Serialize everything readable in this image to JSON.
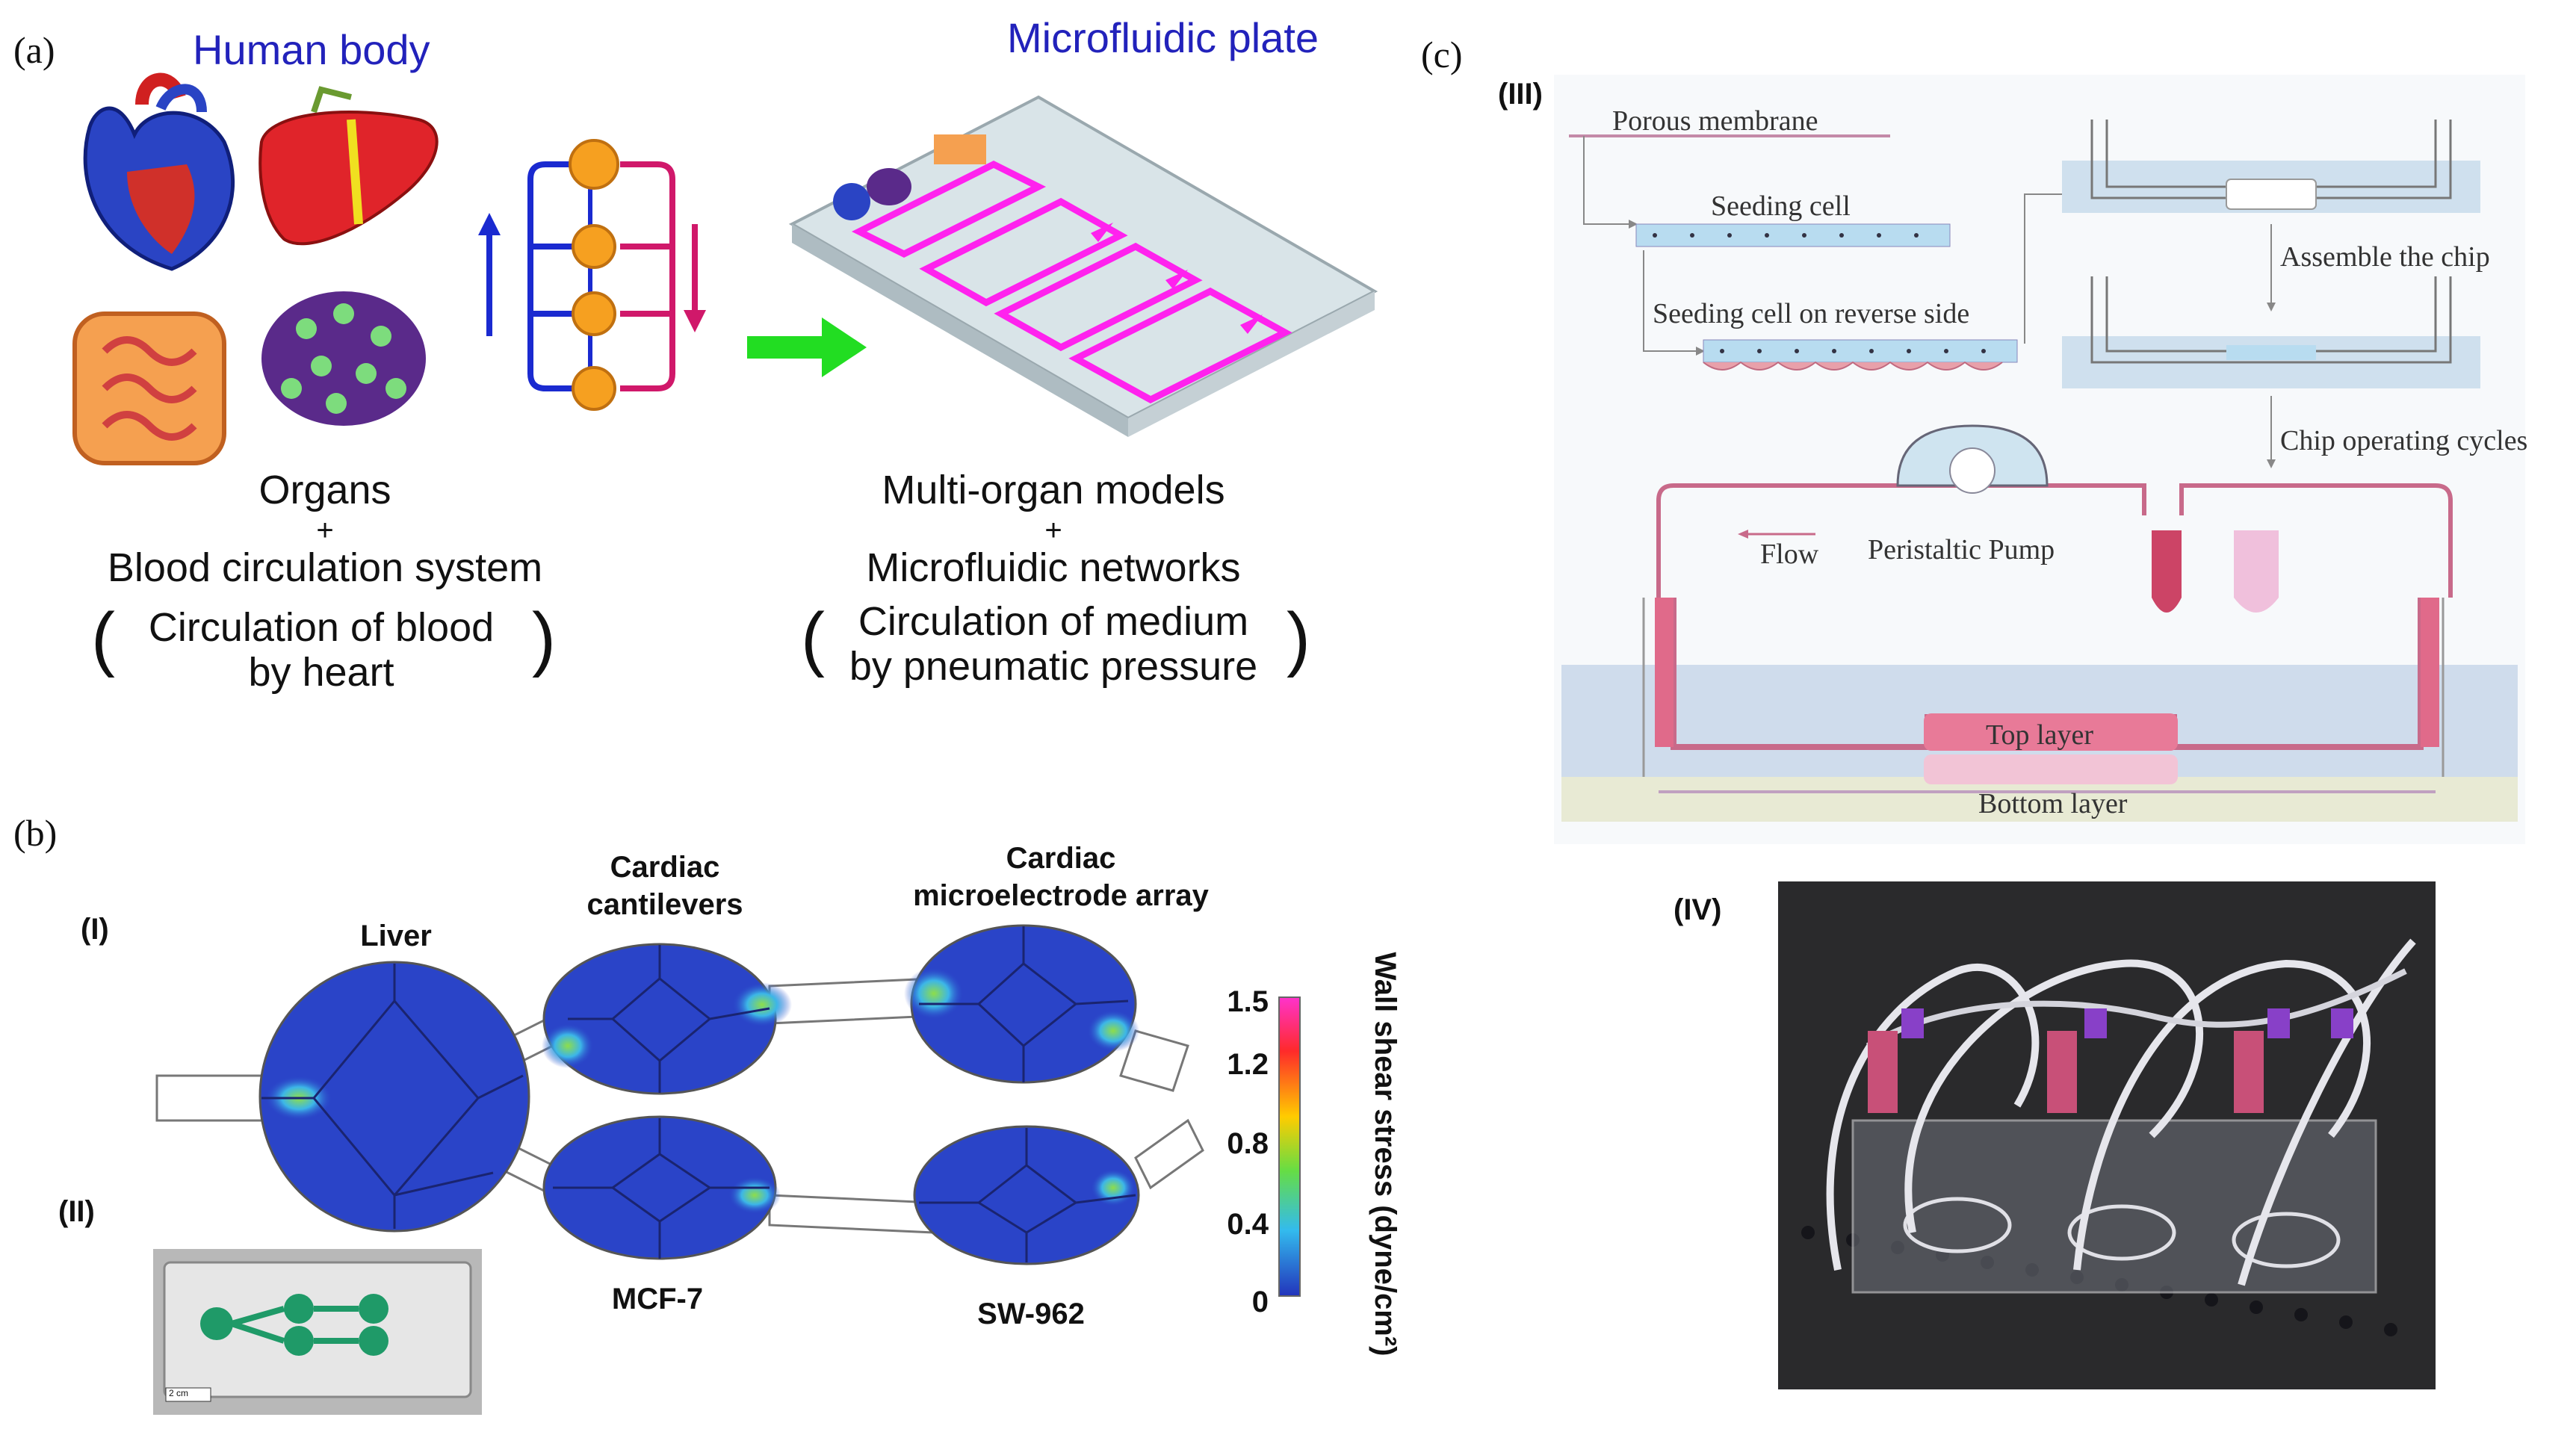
{
  "panel_a": {
    "letter": "(a)",
    "human_body_title": "Human body",
    "plate_title": "Microfluidic plate",
    "left_caption": {
      "line1": "Organs",
      "line2": "+",
      "line3": "Blood circulation system",
      "paren_line1": "Circulation of blood",
      "paren_line2": "by heart"
    },
    "right_caption": {
      "line1": "Multi-organ models",
      "line2": "+",
      "line3": "Microfluidic networks",
      "paren_line1": "Circulation of medium",
      "paren_line2": "by pneumatic pressure"
    },
    "paren_open": "(",
    "paren_close": ")"
  },
  "panel_b": {
    "letter": "(b)",
    "label_I": "(I)",
    "label_II": "(II)",
    "chambers": {
      "liver": "Liver",
      "cantilevers_1": "Cardiac",
      "cantilevers_2": "cantilevers",
      "mea_1": "Cardiac",
      "mea_2": "microelectrode array",
      "mcf7": "MCF-7",
      "sw962": "SW-962"
    },
    "colorbar": {
      "title": "Wall shear stress (dyne/cm²)",
      "ticks": [
        "1.5",
        "1.2",
        "0.8",
        "0.4",
        "0"
      ],
      "colors": [
        "#ff33cc",
        "#ff2a2a",
        "#ffcc00",
        "#66dd44",
        "#33bbee",
        "#2233bb"
      ]
    },
    "scale_bar": "2 cm"
  },
  "panel_c": {
    "letter": "(c)",
    "label_III": "(III)",
    "label_IV": "(IV)",
    "porous_membrane": "Porous membrane",
    "seeding_cell": "Seeding cell",
    "seeding_reverse": "Seeding cell on reverse side",
    "assemble": "Assemble the chip",
    "operating": "Chip operating cycles",
    "flow": "Flow",
    "pump": "Peristaltic Pump",
    "top_layer": "Top layer",
    "bottom_layer": "Bottom layer"
  }
}
